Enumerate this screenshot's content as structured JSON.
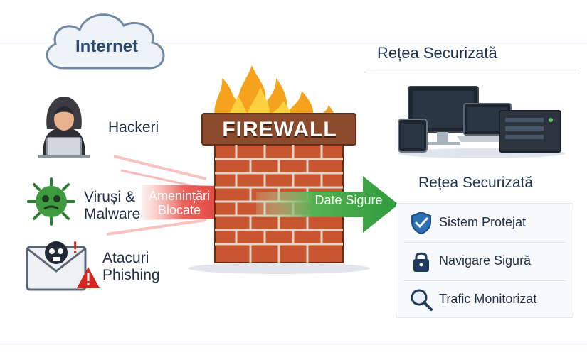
{
  "internet_label": "Internet",
  "secure_network_title_top": "Rețea Securizată",
  "firewall_label": "FIREWALL",
  "threats": [
    {
      "label": "Hackeri",
      "icon": "hacker-icon"
    },
    {
      "label": "Viruși &\nMalware",
      "icon": "virus-icon"
    },
    {
      "label": "Atacuri\nPhishing",
      "icon": "phishing-icon"
    }
  ],
  "blocked_arrow_text": "Amenințări\nBlocate",
  "safe_arrow_text": "Date Sigure",
  "secure_network_title_side": "Rețea Securizată",
  "features": [
    {
      "label": "Sistem Protejat",
      "icon": "shield-check-icon"
    },
    {
      "label": "Navigare Sigură",
      "icon": "lock-icon"
    },
    {
      "label": "Trafic Monitorizat",
      "icon": "magnifier-icon"
    }
  ],
  "colors": {
    "threat_red": "#e0322e",
    "safe_green": "#2e9a3e",
    "brick": "#c8552f",
    "flame": "#f6a11d",
    "navy": "#1f3a5f"
  }
}
